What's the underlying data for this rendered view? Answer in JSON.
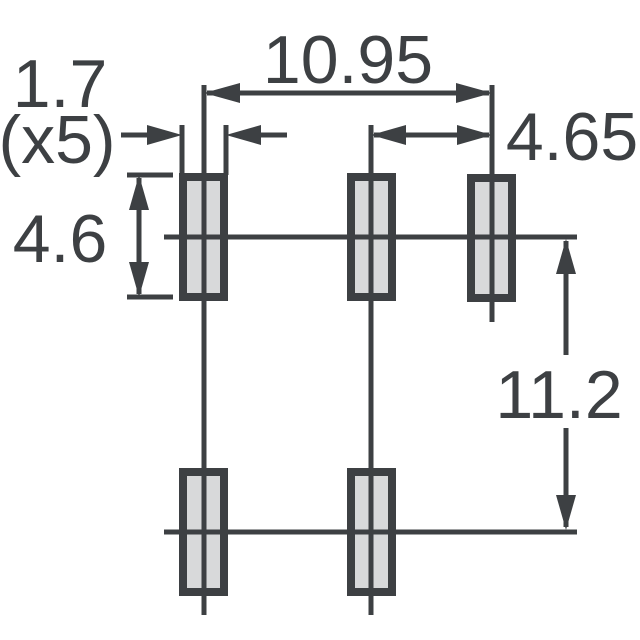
{
  "diagram": {
    "type": "pcb-land-pattern-dimension-drawing",
    "pad_count": 5,
    "labels": {
      "pad_width": "1.7",
      "pad_width_qty": "(x5)",
      "span_horizontal": "10.95",
      "pitch_horizontal": "4.65",
      "pad_height": "4.6",
      "pitch_vertical": "11.2"
    },
    "colors": {
      "line": "#3d4043",
      "pad_fill": "#d8d9da",
      "background": "#ffffff"
    }
  }
}
